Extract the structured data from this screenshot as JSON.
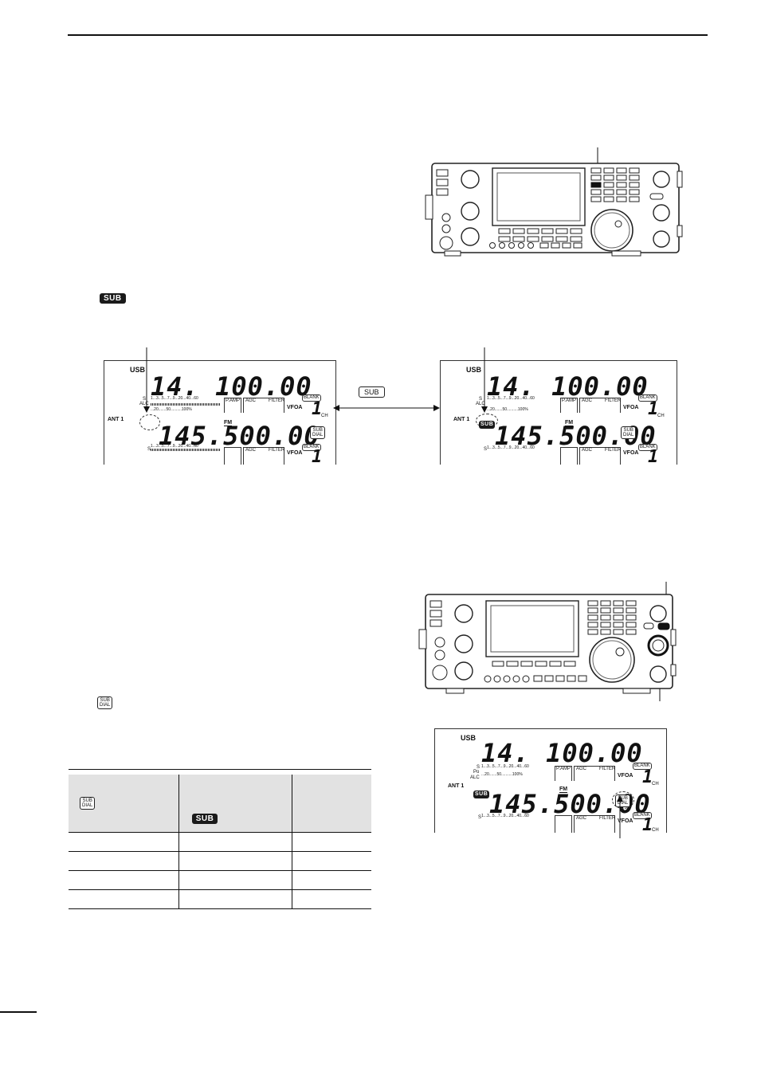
{
  "keys": {
    "sub": "SUB",
    "sub_dial_line1": "SUB",
    "sub_dial_line2": "DIAL"
  },
  "lcd_left": {
    "mode": "USB",
    "main_freq": "14. 100.00",
    "sub_freq": "145.500.00",
    "sub_mode": "FM",
    "ant": "ANT 1",
    "p_amp": "P.AMP",
    "agc": "AGC",
    "filter": "FILTER",
    "vfo": "VFOA",
    "blank": "BLANK",
    "ch_num": "1",
    "ch": "CH",
    "s_scale": "1...3...5...7...9...20...40...60",
    "po_scale": "...20.......50..........100%",
    "s_label": "S",
    "alc_label": "ALC"
  },
  "lcd_right": {
    "mode": "USB",
    "main_freq": "14. 100.00",
    "sub_freq": "145.500.00",
    "sub_mode": "FM",
    "ant": "ANT 1",
    "sub_indicator": "SUB",
    "p_amp": "P.AMP",
    "agc": "AGC",
    "filter": "FILTER",
    "vfo": "VFOA",
    "blank": "BLANK",
    "ch_num": "1",
    "ch": "CH",
    "s_scale": "1...3...5...7...9...20...40...60",
    "po_scale": "...20.......50..........100%",
    "s_label": "S",
    "alc_label": "ALC"
  },
  "lcd_bottom": {
    "mode": "USB",
    "main_freq": "14. 100.00",
    "sub_freq": "145.500.00",
    "sub_mode": "FM",
    "ant": "ANT 1",
    "sub_indicator": "SUB",
    "p_amp": "P.AMP",
    "agc": "AGC",
    "filter": "FILTER",
    "vfo": "VFOA",
    "blank": "BLANK",
    "ch_num": "1",
    "ch": "CH",
    "s_scale": "1...3...5...7...9...20...40...60",
    "po_scale": "...20.......50..........100%",
    "s_label": "S",
    "po_label": "Po",
    "alc_label": "ALC"
  }
}
